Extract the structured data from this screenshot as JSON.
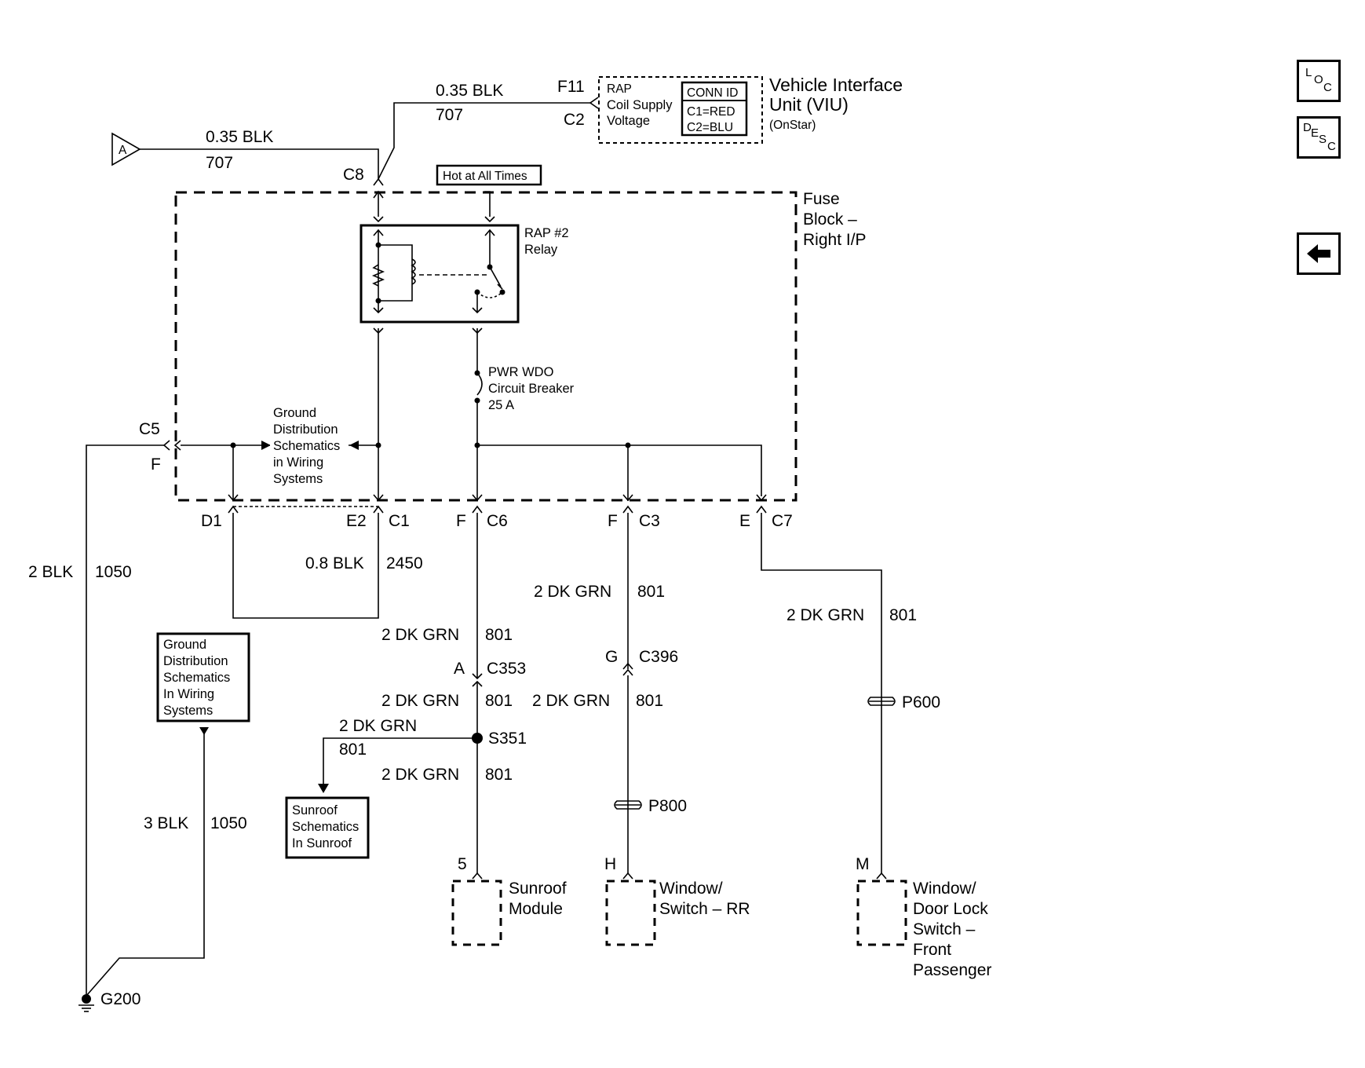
{
  "viu": {
    "title_line1": "Vehicle Interface",
    "title_line2": "Unit (VIU)",
    "subtitle": "(OnStar)",
    "pin": "F11",
    "connector": "C2",
    "circuit_line1": "RAP",
    "circuit_line2": "Coil Supply",
    "circuit_line3": "Voltage",
    "conn_id_title": "CONN ID",
    "conn_id_c1": "C1=RED",
    "conn_id_c2": "C2=BLU"
  },
  "wire_viu": {
    "gauge_color": "0.35 BLK",
    "circuit": "707"
  },
  "wire_a": {
    "marker": "A",
    "gauge_color": "0.35 BLK",
    "circuit": "707",
    "connector": "C8"
  },
  "fuse_block": {
    "title_line1": "Fuse",
    "title_line2": "Block –",
    "title_line3": "Right I/P",
    "hot_label": "Hot at All Times",
    "relay_line1": "RAP #2",
    "relay_line2": "Relay",
    "breaker_line1": "PWR WDO",
    "breaker_line2": "Circuit Breaker",
    "breaker_line3": "25 A",
    "ground_ref_line1": "Ground",
    "ground_ref_line2": "Distribution",
    "ground_ref_line3": "Schematics",
    "ground_ref_line4": "in Wiring",
    "ground_ref_line5": "Systems"
  },
  "connectors": {
    "c5": "C5",
    "c5_pin": "F",
    "d1": "D1",
    "e2": "E2",
    "c1": "C1",
    "c6_pin": "F",
    "c6": "C6",
    "c3_pin": "F",
    "c3": "C3",
    "c7_pin": "E",
    "c7": "C7"
  },
  "wire_ground": {
    "gauge_color": "2 BLK",
    "circuit": "1050"
  },
  "wire_2450": {
    "gauge_color": "0.8 BLK",
    "circuit": "2450"
  },
  "wire_c6": {
    "gauge_color": "2 DK GRN",
    "circuit": "801"
  },
  "c353": {
    "pin": "A",
    "name": "C353"
  },
  "wire_c353": {
    "gauge_color": "2 DK GRN",
    "circuit": "801"
  },
  "splice": {
    "name": "S351"
  },
  "wire_splice_branch": {
    "gauge_color": "2 DK GRN",
    "circuit": "801"
  },
  "wire_sunroof": {
    "gauge_color": "2 DK GRN",
    "circuit": "801"
  },
  "sunroof_ref": {
    "line1": "Sunroof",
    "line2": "Schematics",
    "line3": "In Sunroof"
  },
  "sunroof_module": {
    "pin": "5",
    "line1": "Sunroof",
    "line2": "Module"
  },
  "wire_c3": {
    "gauge_color": "2 DK GRN",
    "circuit": "801"
  },
  "c396": {
    "pin": "G",
    "name": "C396"
  },
  "wire_c396": {
    "gauge_color": "2 DK GRN",
    "circuit": "801"
  },
  "p800": {
    "name": "P800"
  },
  "window_rr": {
    "pin": "H",
    "line1": "Window/",
    "line2": "Switch – RR"
  },
  "wire_c7": {
    "gauge_color": "2 DK GRN",
    "circuit": "801"
  },
  "p600": {
    "name": "P600"
  },
  "window_fp": {
    "pin": "M",
    "line1": "Window/",
    "line2": "Door Lock",
    "line3": "Switch –",
    "line4": "Front",
    "line5": "Passenger"
  },
  "ground_ref_box": {
    "line1": "Ground",
    "line2": "Distribution",
    "line3": "Schematics",
    "line4": "In Wiring",
    "line5": "Systems"
  },
  "wire_g200": {
    "gauge_color": "3 BLK",
    "circuit": "1050"
  },
  "g200": {
    "name": "G200"
  },
  "nav": {
    "loc_l": "L",
    "loc_o": "O",
    "loc_c": "C",
    "desc_d": "D",
    "desc_e": "E",
    "desc_s": "S",
    "desc_c": "C",
    "back_icon": "arrow-left-icon"
  }
}
